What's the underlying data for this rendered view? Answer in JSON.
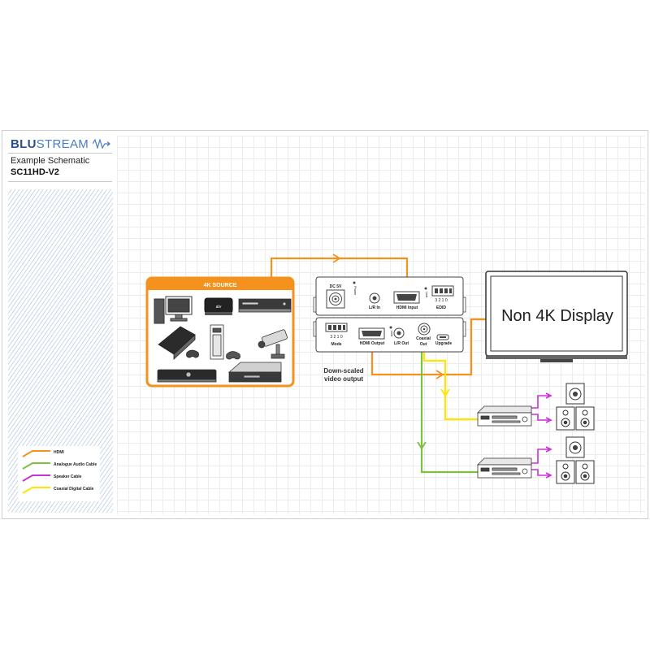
{
  "brand": {
    "blu": "BLU",
    "stream": "STREAM"
  },
  "schematic": {
    "subtitle": "Example Schematic",
    "model": "SC11HD-V2"
  },
  "source": {
    "title": "4K SOURCE"
  },
  "device_top": {
    "dc_label": "DC 5V",
    "power_label": "Power",
    "lr_in_label": "L/R In",
    "hdmi_input_label": "HDMI Input",
    "link_label": "Link",
    "edid_digits": "3 2 1 0",
    "edid_label": "EDID"
  },
  "device_bottom": {
    "mode_digits": "3 2 1 0",
    "mode_label": "Mode",
    "hdmi_output_label": "HDMI Output",
    "link_label": "Link",
    "lr_out_label": "L/R Out",
    "coaxial_label": "Coaxial",
    "out_label": "Out",
    "upgrade_label": "Upgrade"
  },
  "display": {
    "label": "Non 4K Display"
  },
  "annotation": {
    "line1": "Down-scaled",
    "line2": "video output"
  },
  "legend": [
    {
      "label": "HDMI",
      "color": "#f5921e"
    },
    {
      "label": "Analogue Audio Cable",
      "color": "#7dc143"
    },
    {
      "label": "Speaker Cable",
      "color": "#c832d8"
    },
    {
      "label": "Coaxial Digital Cable",
      "color": "#ffe600"
    }
  ],
  "colors": {
    "hdmi": "#f5921e",
    "audio": "#7dc143",
    "speaker": "#c832d8",
    "coax": "#ffe600",
    "brand": "#2a4f8c",
    "accent": "#f5921e"
  }
}
